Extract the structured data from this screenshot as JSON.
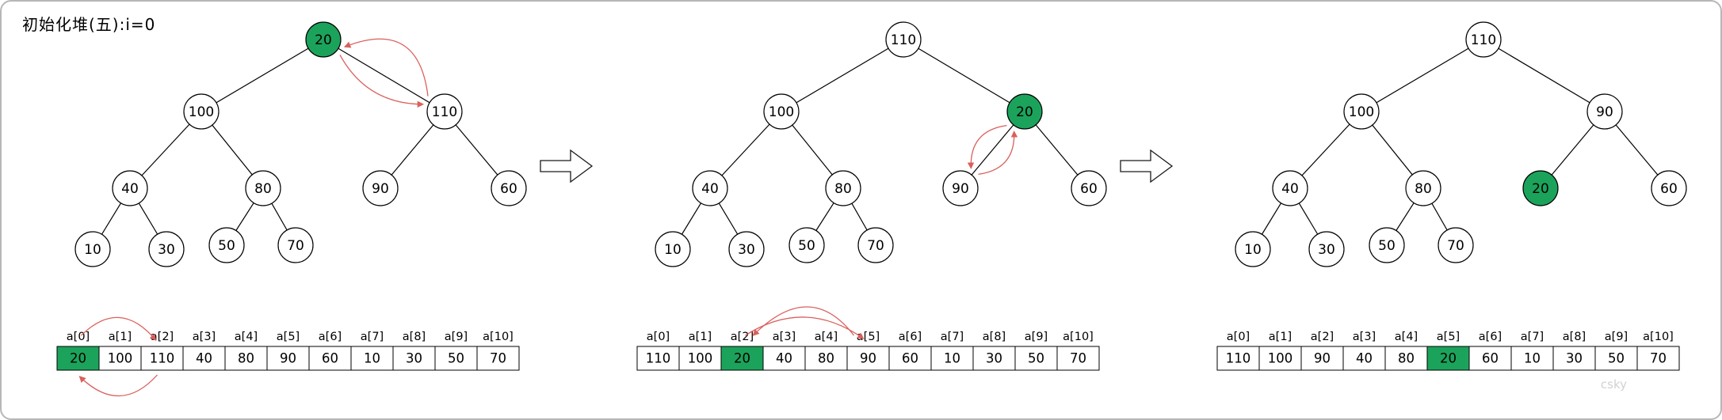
{
  "title": "初始化堆(五):i=0",
  "watermark": "csky",
  "colors": {
    "highlight_green": "#1ca35b",
    "arrow_red": "#d9605c",
    "node_fill": "#ffffff",
    "line": "#000000"
  },
  "array_index_labels": [
    "a[0]",
    "a[1]",
    "a[2]",
    "a[3]",
    "a[4]",
    "a[5]",
    "a[6]",
    "a[7]",
    "a[8]",
    "a[9]",
    "a[10]"
  ],
  "panels": [
    {
      "step": 1,
      "tree": {
        "node_values": [
          "20",
          "100",
          "110",
          "40",
          "80",
          "90",
          "60",
          "10",
          "30",
          "50",
          "70"
        ],
        "highlighted_node": 0,
        "swap_nodes": [
          0,
          2
        ]
      },
      "array": {
        "values": [
          "20",
          "100",
          "110",
          "40",
          "80",
          "90",
          "60",
          "10",
          "30",
          "50",
          "70"
        ],
        "highlighted_cell": 0,
        "swap_cells": [
          0,
          2
        ],
        "swap_arc_style": "top-bottom"
      }
    },
    {
      "step": 2,
      "tree": {
        "node_values": [
          "110",
          "100",
          "20",
          "40",
          "80",
          "90",
          "60",
          "10",
          "30",
          "50",
          "70"
        ],
        "highlighted_node": 2,
        "swap_nodes": [
          2,
          5
        ]
      },
      "array": {
        "values": [
          "110",
          "100",
          "20",
          "40",
          "80",
          "90",
          "60",
          "10",
          "30",
          "50",
          "70"
        ],
        "highlighted_cell": 2,
        "swap_cells": [
          2,
          5
        ],
        "swap_arc_style": "top-top"
      }
    },
    {
      "step": 3,
      "tree": {
        "node_values": [
          "110",
          "100",
          "90",
          "40",
          "80",
          "20",
          "60",
          "10",
          "30",
          "50",
          "70"
        ],
        "highlighted_node": 5,
        "swap_nodes": null
      },
      "array": {
        "values": [
          "110",
          "100",
          "90",
          "40",
          "80",
          "20",
          "60",
          "10",
          "30",
          "50",
          "70"
        ],
        "highlighted_cell": 5,
        "swap_cells": null,
        "swap_arc_style": null
      }
    }
  ]
}
